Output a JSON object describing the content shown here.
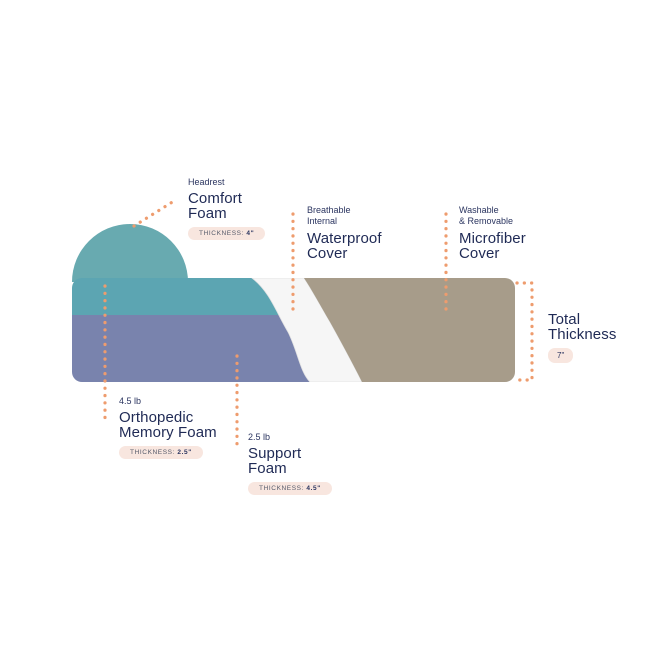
{
  "colors": {
    "headrest": "#68aab0",
    "top_layer": "#5ca5b2",
    "bottom_layer": "#7983ad",
    "waterproof": "#f6f6f6",
    "microfiber": "#a79c8a",
    "dots": "#ee9c6e",
    "text": "#1f2a55",
    "pill_bg": "#f8e6df"
  },
  "headrest": {
    "small": "Headrest",
    "title_line1": "Comfort",
    "title_line2": "Foam",
    "thickness_label": "THICKNESS:",
    "thickness_value": "4\""
  },
  "waterproof": {
    "small_line1": "Breathable",
    "small_line2": "Internal",
    "title_line1": "Waterproof",
    "title_line2": "Cover"
  },
  "microfiber": {
    "small_line1": "Washable",
    "small_line2": "& Removable",
    "title_line1": "Microfiber",
    "title_line2": "Cover"
  },
  "total": {
    "title_line1": "Total",
    "title_line2": "Thickness",
    "value": "7\""
  },
  "orthopedic": {
    "small": "4.5 lb",
    "title_line1": "Orthopedic",
    "title_line2": "Memory Foam",
    "thickness_label": "THICKNESS:",
    "thickness_value": "2.5\""
  },
  "support": {
    "small": "2.5 lb",
    "title_line1": "Support",
    "title_line2": "Foam",
    "thickness_label": "THICKNESS:",
    "thickness_value": "4.5\""
  }
}
